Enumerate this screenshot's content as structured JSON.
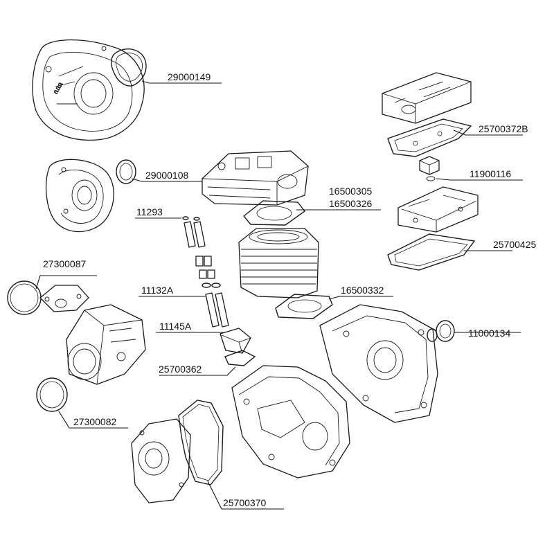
{
  "callouts": [
    {
      "part_number": "29000149"
    },
    {
      "part_number": "25700372B"
    },
    {
      "part_number": "29000108"
    },
    {
      "part_number": "11900116"
    },
    {
      "part_number": "16500305"
    },
    {
      "part_number": "16500326"
    },
    {
      "part_number": "11293"
    },
    {
      "part_number": "25700425"
    },
    {
      "part_number": "27300087"
    },
    {
      "part_number": "11132A"
    },
    {
      "part_number": "16500332"
    },
    {
      "part_number": "11145A"
    },
    {
      "part_number": "11000134"
    },
    {
      "part_number": "25700362"
    },
    {
      "part_number": "27300082"
    },
    {
      "part_number": "25700370"
    }
  ],
  "colors": {
    "line": "#1a1a1a",
    "background": "#ffffff"
  }
}
